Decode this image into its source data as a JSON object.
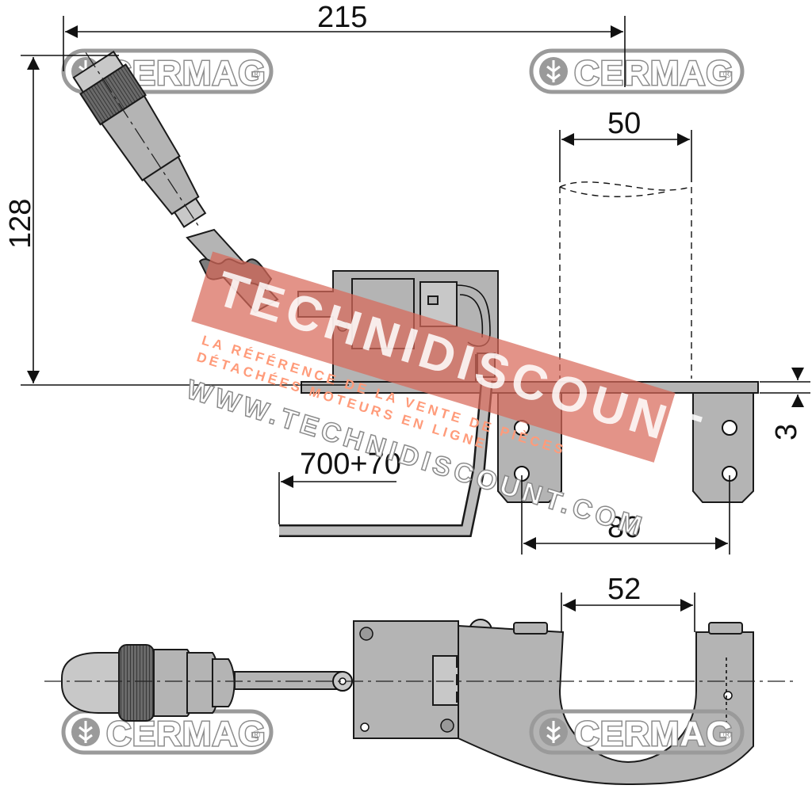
{
  "brand": {
    "name": "CERMAG",
    "registered_mark": "®",
    "logo_count": 4
  },
  "watermark": {
    "title": "TECHNIDISCOUNT",
    "tagline_1": "LA RÉFÉRENCE DE LA VENTE DE PIÈCES",
    "tagline_2": "DÉTACHÉES MOTEURS EN LIGNE",
    "url": "WWW.TECHNIDISCOUNT.COM",
    "band_color": "#d86a5a"
  },
  "dimensions": {
    "overall_length": "215",
    "height": "128",
    "column_width": "50",
    "cable_length": "700+70",
    "plate_thickness": "3",
    "hole_spacing": "80",
    "clamp_opening": "52"
  },
  "colors": {
    "part_fill": "#b4b4b4",
    "outline": "#1a1a1a",
    "logo_gray": "#8d8d8d"
  }
}
